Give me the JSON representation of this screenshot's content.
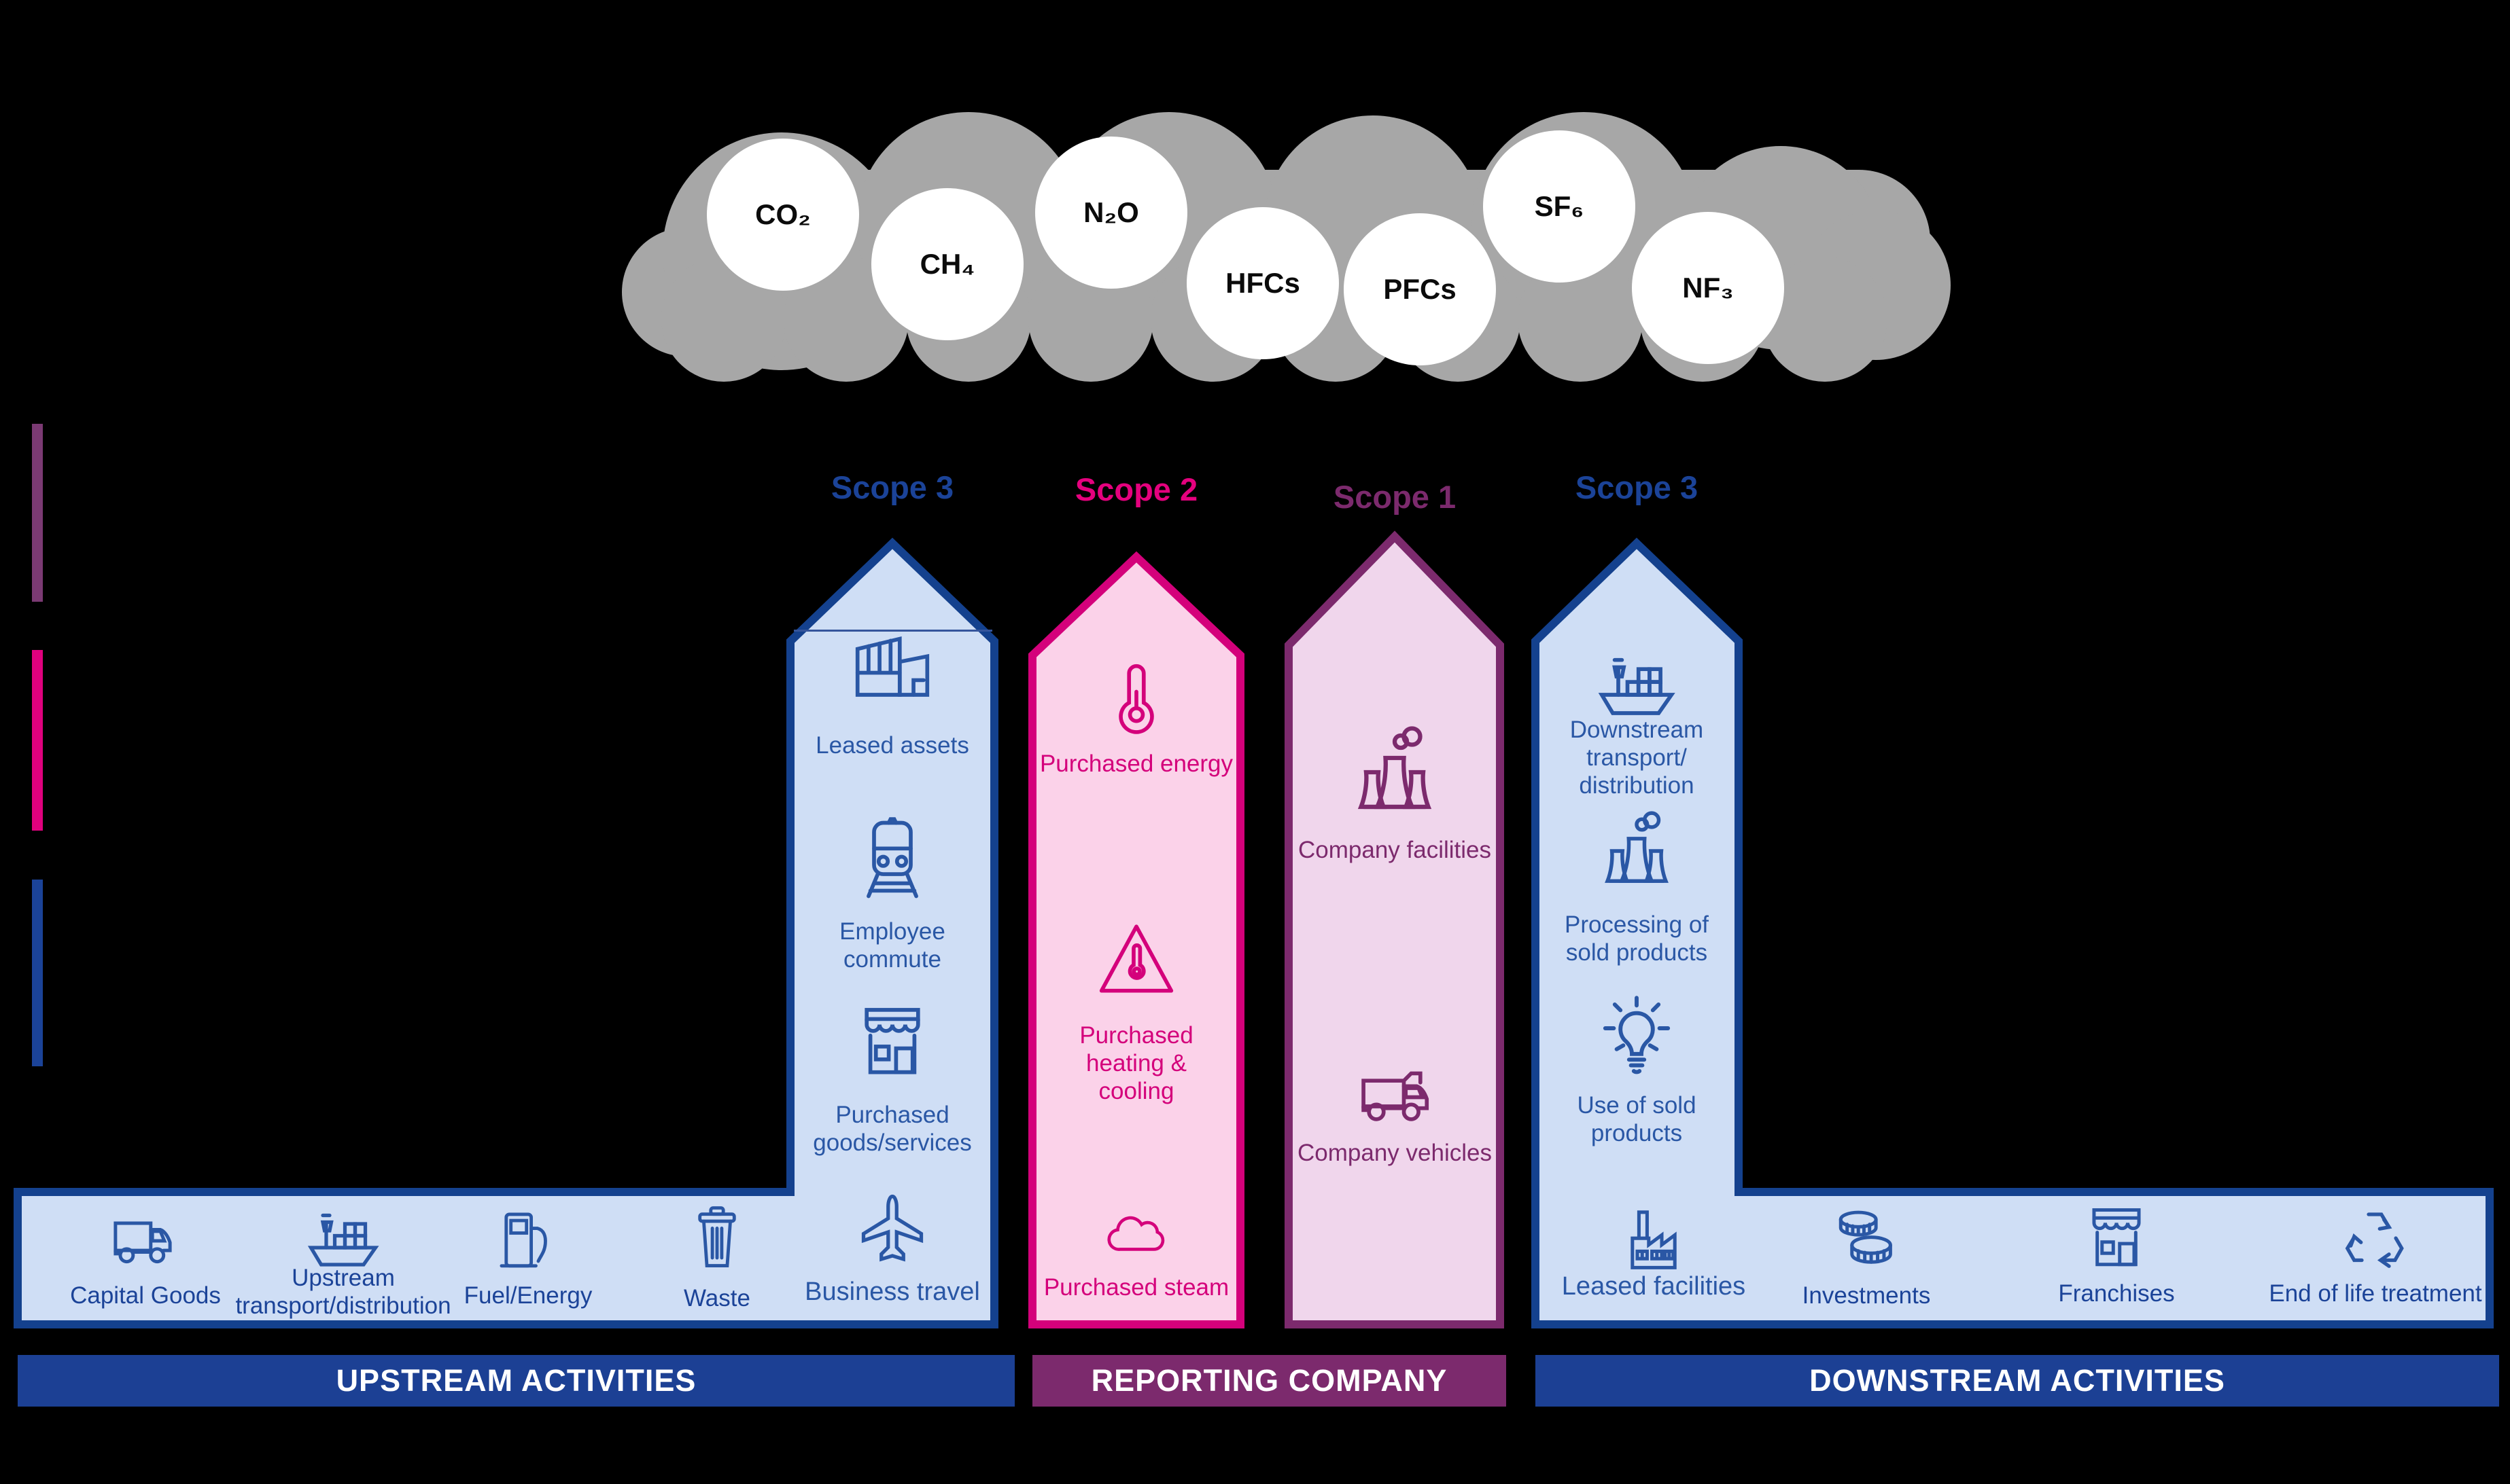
{
  "gases": [
    "CO₂",
    "CH₄",
    "N₂O",
    "HFCs",
    "PFCs",
    "SF₆",
    "NF₃"
  ],
  "legend": {
    "scope1_color": "#7b3a73",
    "scope2_color": "#e0017e",
    "scope3_color": "#1b4398"
  },
  "scopes": {
    "upstream_scope3": "Scope 3",
    "scope2": "Scope 2",
    "scope1": "Scope 1",
    "downstream_scope3": "Scope 3"
  },
  "scope_colors": {
    "scope1": "#7c2a6d",
    "scope2": "#e5017e",
    "scope3": "#1b4398"
  },
  "columns": {
    "upstream_scope3": {
      "items": {
        "leased_assets": "Leased assets",
        "employee_commute": "Employee commute",
        "purchased_goods": "Purchased goods/services",
        "business_travel": "Business travel"
      }
    },
    "scope2": {
      "items": {
        "purchased_energy": "Purchased energy",
        "purchased_heating": "Purchased heating & cooling",
        "purchased_steam": "Purchased steam"
      }
    },
    "scope1": {
      "items": {
        "company_facilities": "Company facilities",
        "company_vehicles": "Company vehicles"
      }
    },
    "downstream_scope3": {
      "items": {
        "downstream_transport": "Downstream transport/ distribution",
        "processing_sold": "Processing of sold products",
        "use_of_sold": "Use of sold products",
        "leased_facilities": "Leased facilities"
      }
    }
  },
  "upstream_bar": {
    "capital_goods": "Capital Goods",
    "upstream_transport": "Upstream transport/distribution",
    "fuel_energy": "Fuel/Energy",
    "waste": "Waste"
  },
  "downstream_bar": {
    "investments": "Investments",
    "franchises": "Franchises",
    "end_of_life": "End of life treatment"
  },
  "banners": {
    "upstream": "UPSTREAM ACTIVITIES",
    "reporting": "REPORTING COMPANY",
    "downstream": "DOWNSTREAM ACTIVITIES"
  },
  "banner_colors": {
    "upstream": "#1c4094",
    "reporting": "#7c2a6d",
    "downstream": "#1c4094"
  },
  "cloud_color": "#a7a7a7"
}
